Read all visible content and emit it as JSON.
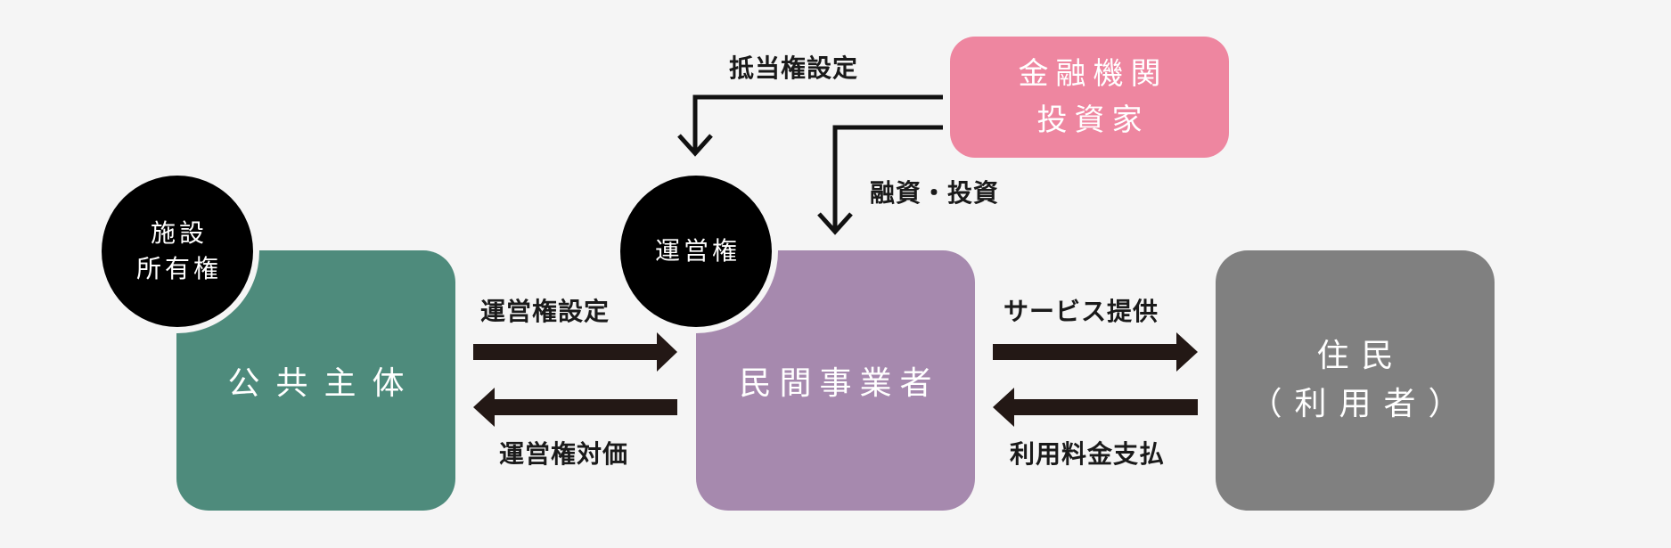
{
  "nodes": {
    "public_entity": {
      "label": "公共主体"
    },
    "private_operator": {
      "label": "民間事業者"
    },
    "residents": {
      "line1": "住民",
      "line2": "（利用者）"
    },
    "finance": {
      "line1": "金融機関",
      "line2": "投資家"
    }
  },
  "badges": {
    "facility_ownership": {
      "line1": "施設",
      "line2": "所有権"
    },
    "operation_right": {
      "label": "運営権"
    }
  },
  "flows": {
    "set_operation_right": "運営権設定",
    "operation_right_consideration": "運営権対価",
    "service_provision": "サービス提供",
    "usage_fee_payment": "利用料金支払",
    "mortgage_setting": "抵当権設定",
    "financing_investment": "融資・投資"
  },
  "colors": {
    "background": "#f5f5f5",
    "public_entity": "#4e8b7c",
    "private_operator": "#a689ae",
    "residents": "#808080",
    "finance": "#ee86a0",
    "badge": "#000000",
    "arrow": "#231815"
  }
}
